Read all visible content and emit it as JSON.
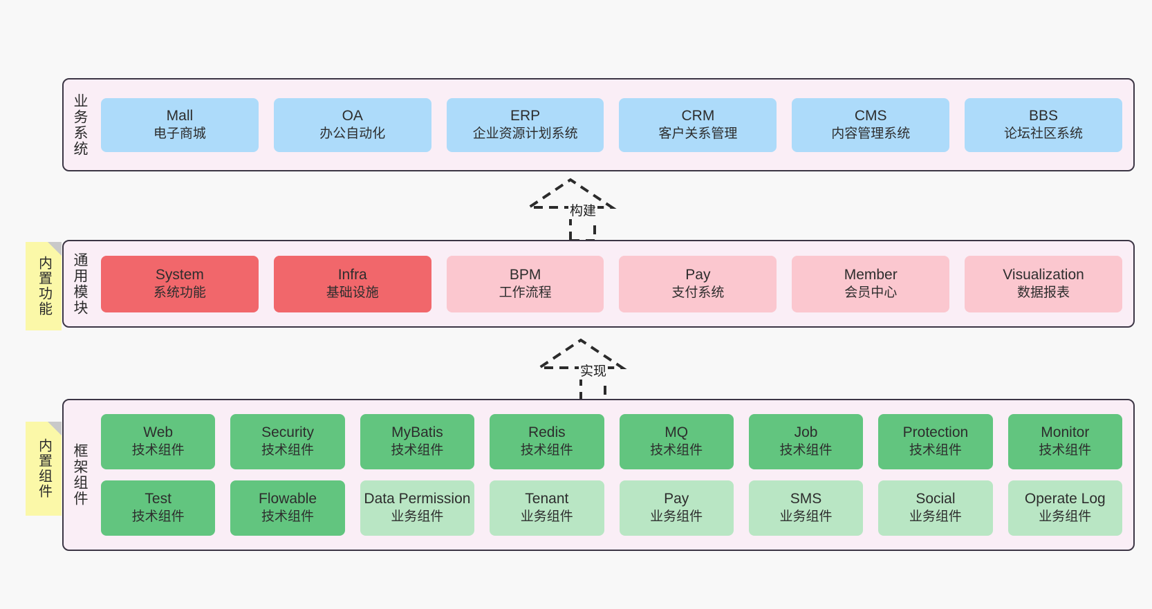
{
  "background_color": "#f8f8f8",
  "palette": {
    "container_bg": "#faeef6",
    "container_border": "#3b3544",
    "blue": "#addbfa",
    "red": "#f1676b",
    "pink": "#fbc7cf",
    "green": "#62c57f",
    "green_light": "#b9e6c4",
    "note_yellow": "#fbf8a8",
    "note_fold": "#c9c9c9",
    "text": "#2d2d2d"
  },
  "notes": [
    {
      "label": "内置功能"
    },
    {
      "label": "内置组件"
    }
  ],
  "arrows": [
    {
      "label": "构建",
      "style": "dashed-generalization",
      "direction": "up"
    },
    {
      "label": "实现",
      "style": "dashed-generalization",
      "direction": "up"
    }
  ],
  "layers": [
    {
      "title": "业务系统",
      "rows": [
        [
          {
            "en": "Mall",
            "cn": "电子商城",
            "color": "blue"
          },
          {
            "en": "OA",
            "cn": "办公自动化",
            "color": "blue"
          },
          {
            "en": "ERP",
            "cn": "企业资源计划系统",
            "color": "blue"
          },
          {
            "en": "CRM",
            "cn": "客户关系管理",
            "color": "blue"
          },
          {
            "en": "CMS",
            "cn": "内容管理系统",
            "color": "blue"
          },
          {
            "en": "BBS",
            "cn": "论坛社区系统",
            "color": "blue"
          }
        ]
      ]
    },
    {
      "title": "通用模块",
      "rows": [
        [
          {
            "en": "System",
            "cn": "系统功能",
            "color": "red"
          },
          {
            "en": "Infra",
            "cn": "基础设施",
            "color": "red"
          },
          {
            "en": "BPM",
            "cn": "工作流程",
            "color": "pink"
          },
          {
            "en": "Pay",
            "cn": "支付系统",
            "color": "pink"
          },
          {
            "en": "Member",
            "cn": "会员中心",
            "color": "pink"
          },
          {
            "en": "Visualization",
            "cn": "数据报表",
            "color": "pink"
          }
        ]
      ]
    },
    {
      "title": "框架组件",
      "rows": [
        [
          {
            "en": "Web",
            "cn": "技术组件",
            "color": "green"
          },
          {
            "en": "Security",
            "cn": "技术组件",
            "color": "green"
          },
          {
            "en": "MyBatis",
            "cn": "技术组件",
            "color": "green"
          },
          {
            "en": "Redis",
            "cn": "技术组件",
            "color": "green"
          },
          {
            "en": "MQ",
            "cn": "技术组件",
            "color": "green"
          },
          {
            "en": "Job",
            "cn": "技术组件",
            "color": "green"
          },
          {
            "en": "Protection",
            "cn": "技术组件",
            "color": "green"
          },
          {
            "en": "Monitor",
            "cn": "技术组件",
            "color": "green"
          }
        ],
        [
          {
            "en": "Test",
            "cn": "技术组件",
            "color": "green"
          },
          {
            "en": "Flowable",
            "cn": "技术组件",
            "color": "green"
          },
          {
            "en": "Data Permission",
            "cn": "业务组件",
            "color": "green_light"
          },
          {
            "en": "Tenant",
            "cn": "业务组件",
            "color": "green_light"
          },
          {
            "en": "Pay",
            "cn": "业务组件",
            "color": "green_light"
          },
          {
            "en": "SMS",
            "cn": "业务组件",
            "color": "green_light"
          },
          {
            "en": "Social",
            "cn": "业务组件",
            "color": "green_light"
          },
          {
            "en": "Operate Log",
            "cn": "业务组件",
            "color": "green_light"
          }
        ]
      ]
    }
  ]
}
